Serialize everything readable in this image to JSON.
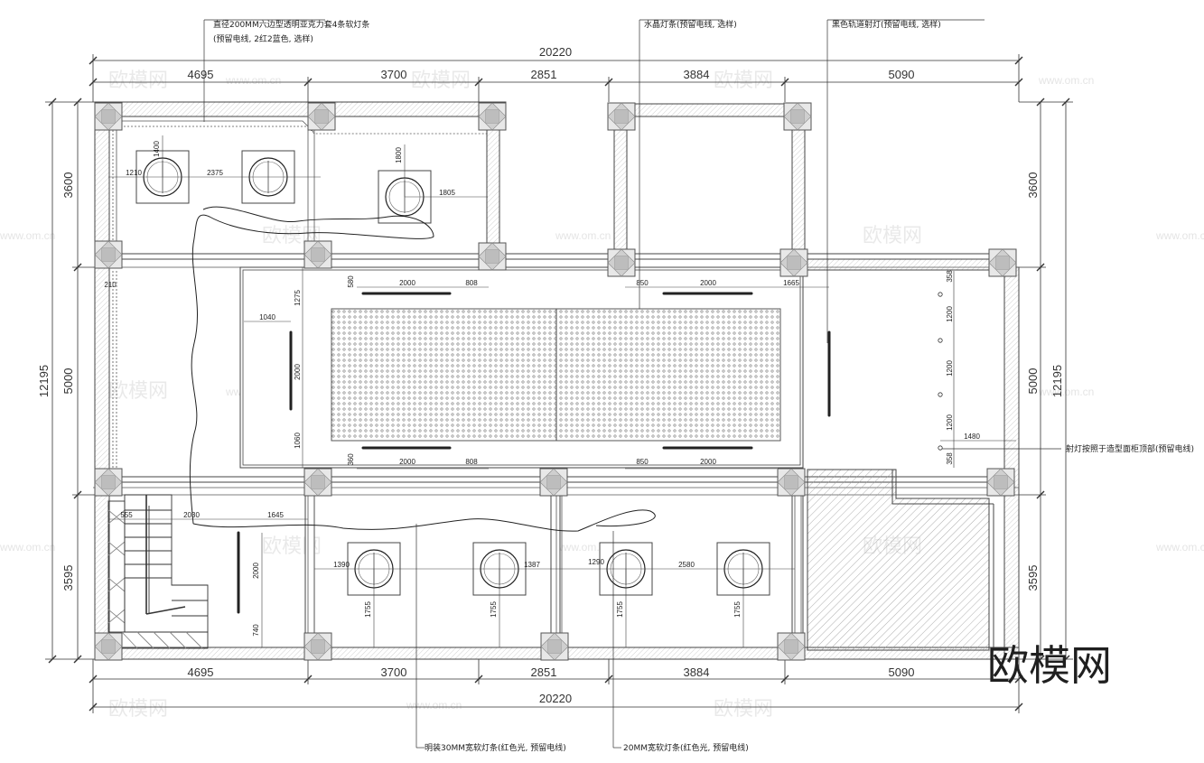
{
  "dimensions": {
    "total": "20220",
    "top_segments": [
      "4695",
      "3700",
      "2851",
      "3884",
      "5090"
    ],
    "bottom_segments": [
      "4695",
      "3700",
      "2851",
      "3884",
      "5090"
    ],
    "left_segments": [
      "3600",
      "5000",
      "3595"
    ],
    "left_total": "12195",
    "right_segments": [
      "3600",
      "5000",
      "3595"
    ],
    "right_total": "12195"
  },
  "inner_dims": {
    "d1400": "1400",
    "d1210": "1210",
    "d2375": "2375",
    "d1800": "1800",
    "d1805": "1805",
    "d210": "210",
    "d580": "580",
    "d2000": "2000",
    "d808": "808",
    "d850": "850",
    "d1665": "1665",
    "d1275": "1275",
    "d1040": "1040",
    "d1060": "1060",
    "d360": "360",
    "d358": "358",
    "d1200": "1200",
    "d1480": "1480",
    "d555": "555",
    "d2030": "2030",
    "d1645": "1645",
    "d740": "740",
    "d1390": "1390",
    "d1387": "1387",
    "d1290": "1290",
    "d2580": "2580",
    "d1755": "1755"
  },
  "annotations": {
    "top_left_line1": "直径200MM六边型透明亚克力套4条软灯条",
    "top_left_line2": "(预留电线, 2红2蓝色, 选样)",
    "top_mid": "水晶灯条(预留电线, 选样)",
    "top_right": "黑色轨道射灯(预留电线, 选样)",
    "right_side": "射灯按照于造型面柜顶部(预留电线)",
    "bottom_left": "明装30MM宽软灯条(红色光, 预留电线)",
    "bottom_right": "20MM宽软灯条(红色光, 预留电线)"
  },
  "watermark": {
    "text": "欧模网",
    "url": "www.om.cn"
  },
  "brand": "欧模网"
}
